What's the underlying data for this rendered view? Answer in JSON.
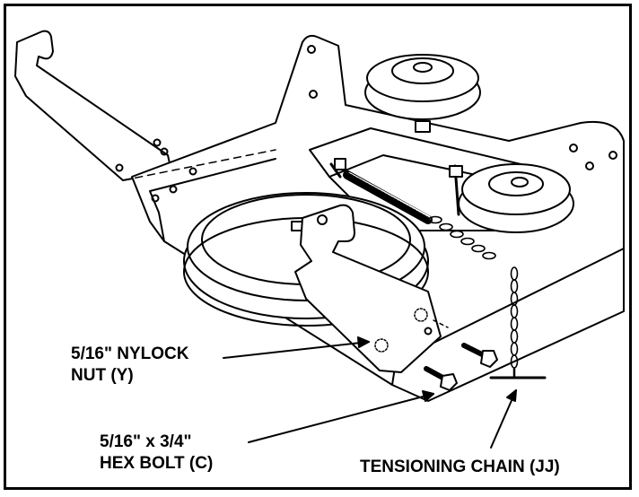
{
  "callouts": {
    "nylock_nut": {
      "line1": "5/16\" NYLOCK",
      "line2": "NUT (Y)"
    },
    "hex_bolt": {
      "line1": "5/16\" x 3/4\"",
      "line2": "HEX BOLT (C)"
    },
    "tensioning_chain": {
      "line1": "TENSIONING CHAIN (JJ)"
    }
  },
  "colors": {
    "line": "#000000",
    "background": "#ffffff"
  }
}
